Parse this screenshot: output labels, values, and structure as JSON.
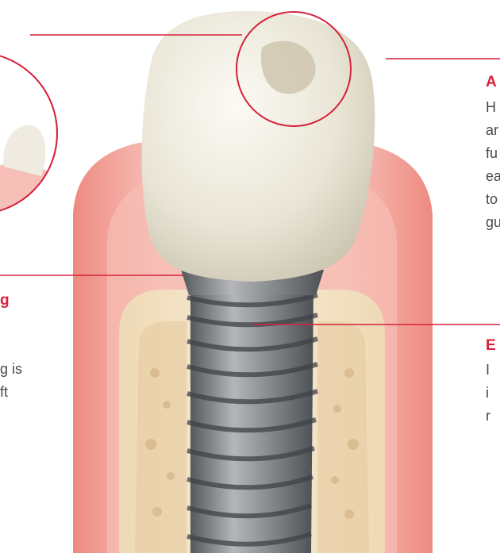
{
  "colors": {
    "accent": "#d6213b",
    "gum": "#f3a79f",
    "bone": "#f3e3c8",
    "crown": "#ece8db",
    "implant": "#8a8c8f",
    "text": "#4a4a4a"
  },
  "callouts": {
    "right_top": {
      "heading": "A",
      "lines": [
        "H",
        "ar",
        "fu",
        "ea",
        "to",
        "gu"
      ]
    },
    "left": {
      "heading": "g",
      "lines": [
        "g is",
        "ft"
      ]
    },
    "right_bottom": {
      "heading": "E",
      "lines": [
        "I",
        "i",
        "r"
      ]
    }
  }
}
